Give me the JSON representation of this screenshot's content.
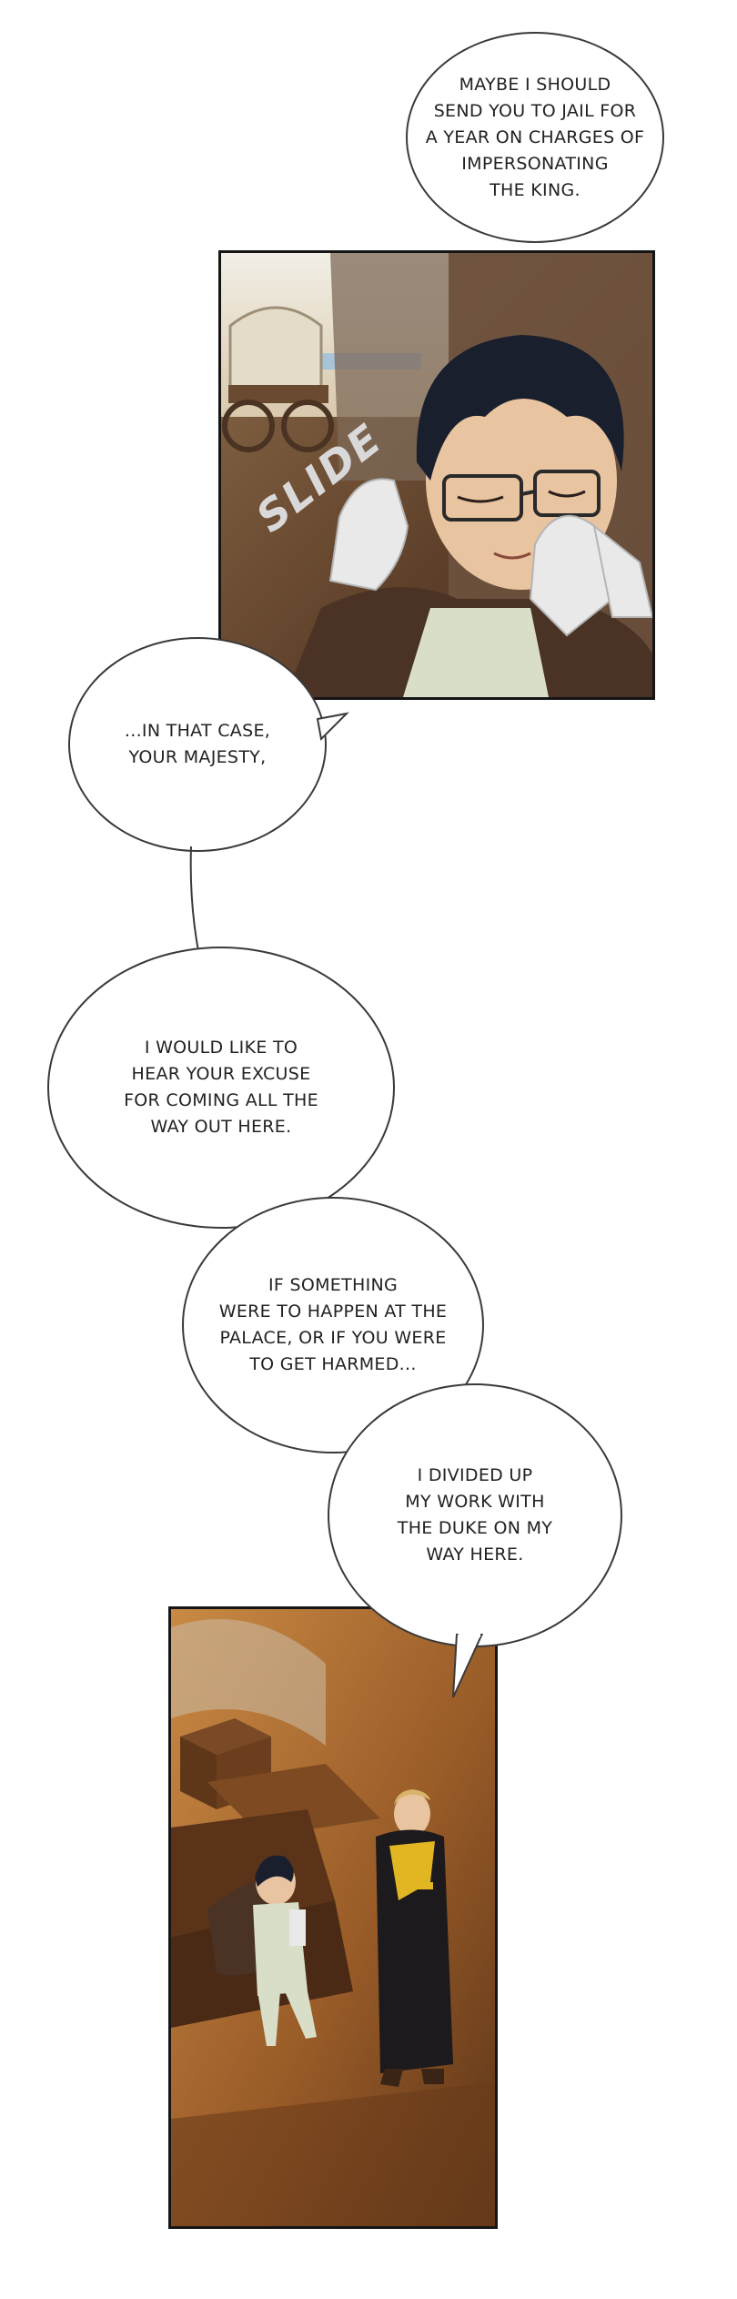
{
  "page": {
    "background": "#ffffff",
    "colors": {
      "panel1_bg": "#6b4a2e",
      "panel2_bg": "#9a5c28",
      "hair": "#1a1f2e",
      "skin": "#e8c4a0",
      "bandage": "#e9e9e9",
      "coat_dark": "#4a3324",
      "shirt": "#d8dec8",
      "duke_robe": "#1c1a1c",
      "duke_gold": "#e2b522"
    }
  },
  "panels": [
    {
      "description_icon": "man-adjusting-glasses-illustration",
      "sfx": "SLIDE"
    },
    {
      "description_icon": "two-men-in-wagon-illustration"
    }
  ],
  "bubbles": [
    {
      "text": "MAYBE I SHOULD\nSEND YOU TO JAIL FOR\nA YEAR ON CHARGES OF\nIMPERSONATING\nTHE KING."
    },
    {
      "text": "...IN THAT CASE,\nYOUR MAJESTY,"
    },
    {
      "text": "I WOULD LIKE TO\nHEAR YOUR EXCUSE\nFOR COMING ALL THE\nWAY OUT HERE."
    },
    {
      "text": "IF SOMETHING\nWERE TO HAPPEN AT THE\nPALACE, OR IF YOU WERE\nTO GET HARMED..."
    },
    {
      "text": "I DIVIDED UP\nMY WORK WITH\nTHE DUKE ON MY\nWAY HERE."
    }
  ]
}
